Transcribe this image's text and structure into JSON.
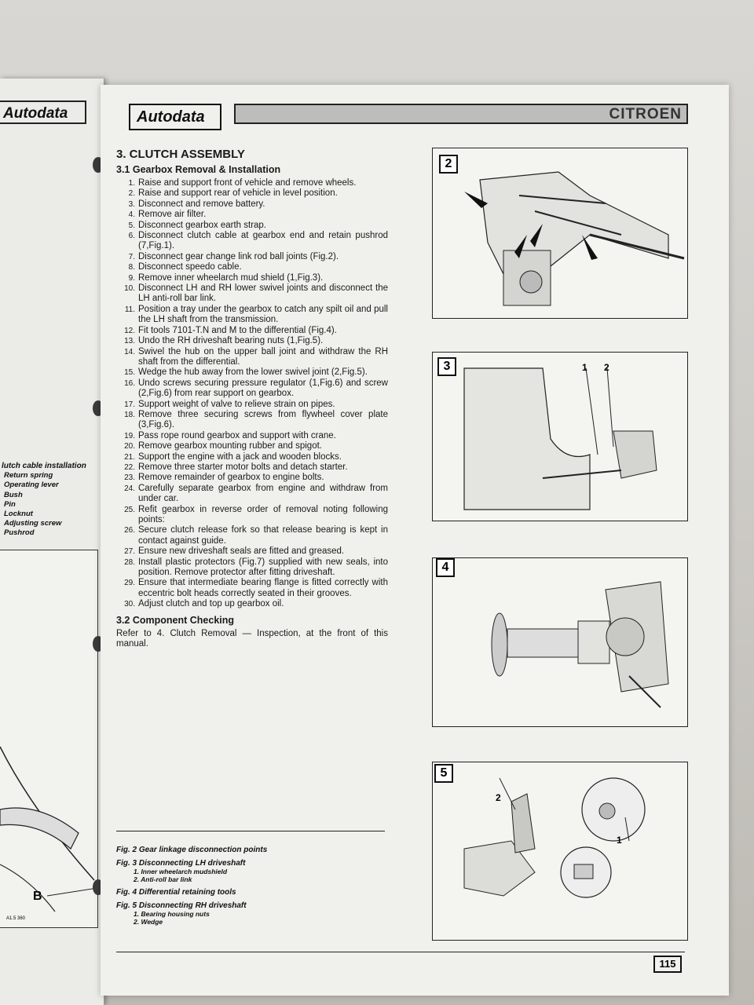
{
  "left_page": {
    "logo": "Autodata",
    "caption_title": "lutch cable installation",
    "caption_items": [
      "Return spring",
      "Operating lever",
      "Bush",
      "Pin",
      "Locknut",
      "Adjusting screw",
      "Pushrod"
    ],
    "figure_label": "B",
    "figure_code": "A1.5 360"
  },
  "header": {
    "logo": "Autodata",
    "brand": "CITROEN"
  },
  "section": {
    "title": "3. CLUTCH ASSEMBLY",
    "sub1": "3.1 Gearbox Removal & Installation",
    "steps": [
      {
        "n": "1.",
        "t": "Raise and support front of vehicle and remove wheels."
      },
      {
        "n": "2.",
        "t": "Raise and support rear of vehicle in level position."
      },
      {
        "n": "3.",
        "t": "Disconnect and remove battery."
      },
      {
        "n": "4.",
        "t": "Remove air filter."
      },
      {
        "n": "5.",
        "t": "Disconnect gearbox earth strap."
      },
      {
        "n": "6.",
        "t": "Disconnect clutch cable at gearbox end and retain pushrod (7,Fig.1)."
      },
      {
        "n": "7.",
        "t": "Disconnect gear change link rod ball joints (Fig.2)."
      },
      {
        "n": "8.",
        "t": "Disconnect speedo cable."
      },
      {
        "n": "9.",
        "t": "Remove inner wheelarch mud shield (1,Fig.3)."
      },
      {
        "n": "10.",
        "t": "Disconnect LH and RH lower swivel joints and disconnect the LH anti-roll bar link."
      },
      {
        "n": "11.",
        "t": "Position a tray under the gearbox to catch any spilt oil and pull the LH shaft from the transmission."
      },
      {
        "n": "12.",
        "t": "Fit tools 7101-T.N and M to the differential (Fig.4)."
      },
      {
        "n": "13.",
        "t": "Undo the RH driveshaft bearing nuts (1,Fig.5)."
      },
      {
        "n": "14.",
        "t": "Swivel the hub on the upper ball joint and withdraw the RH shaft from the differential."
      },
      {
        "n": "15.",
        "t": "Wedge the hub away from the lower swivel joint (2,Fig.5)."
      },
      {
        "n": "16.",
        "t": "Undo screws securing pressure regulator (1,Fig.6) and screw (2,Fig.6) from rear support on gearbox."
      },
      {
        "n": "17.",
        "t": "Support weight of valve to relieve strain on pipes."
      },
      {
        "n": "18.",
        "t": "Remove three securing screws from flywheel cover plate (3,Fig.6)."
      },
      {
        "n": "19.",
        "t": "Pass rope round gearbox and support with crane."
      },
      {
        "n": "20.",
        "t": "Remove gearbox mounting rubber and spigot."
      },
      {
        "n": "21.",
        "t": "Support the engine with a jack and wooden blocks."
      },
      {
        "n": "22.",
        "t": "Remove three starter motor bolts and detach starter."
      },
      {
        "n": "23.",
        "t": "Remove remainder of gearbox to engine bolts."
      },
      {
        "n": "24.",
        "t": "Carefully separate gearbox from engine and withdraw from under car."
      },
      {
        "n": "25.",
        "t": "Refit gearbox in reverse order of removal noting following points:"
      },
      {
        "n": "26.",
        "t": "Secure clutch release fork so that release bearing is kept in contact against guide."
      },
      {
        "n": "27.",
        "t": "Ensure new driveshaft seals are fitted and greased."
      },
      {
        "n": "28.",
        "t": "Install plastic protectors (Fig.7) supplied with new seals, into position. Remove protector after fitting driveshaft."
      },
      {
        "n": "29.",
        "t": "Ensure that intermediate bearing flange is fitted correctly with eccentric bolt heads correctly seated in their grooves."
      },
      {
        "n": "30.",
        "t": "Adjust clutch and top up gearbox oil."
      }
    ],
    "sub2": "3.2 Component Checking",
    "ref": "Refer to 4. Clutch Removal — Inspection, at the front of this manual."
  },
  "captions": [
    {
      "title": "Fig. 2 Gear linkage disconnection points",
      "items": []
    },
    {
      "title": "Fig. 3 Disconnecting LH driveshaft",
      "items": [
        "1.  Inner wheelarch mudshield",
        "2.  Anti-roll bar link"
      ]
    },
    {
      "title": "Fig. 4 Differential retaining tools",
      "items": []
    },
    {
      "title": "Fig. 5 Disconnecting RH driveshaft",
      "items": [
        "1.  Bearing housing nuts",
        "2.  Wedge"
      ]
    }
  ],
  "figures": [
    {
      "number": "2",
      "labels": []
    },
    {
      "number": "3",
      "labels": [
        "1",
        "2"
      ]
    },
    {
      "number": "4",
      "labels": []
    },
    {
      "number": "5",
      "labels": [
        "2",
        "1"
      ]
    }
  ],
  "page_number": "115"
}
